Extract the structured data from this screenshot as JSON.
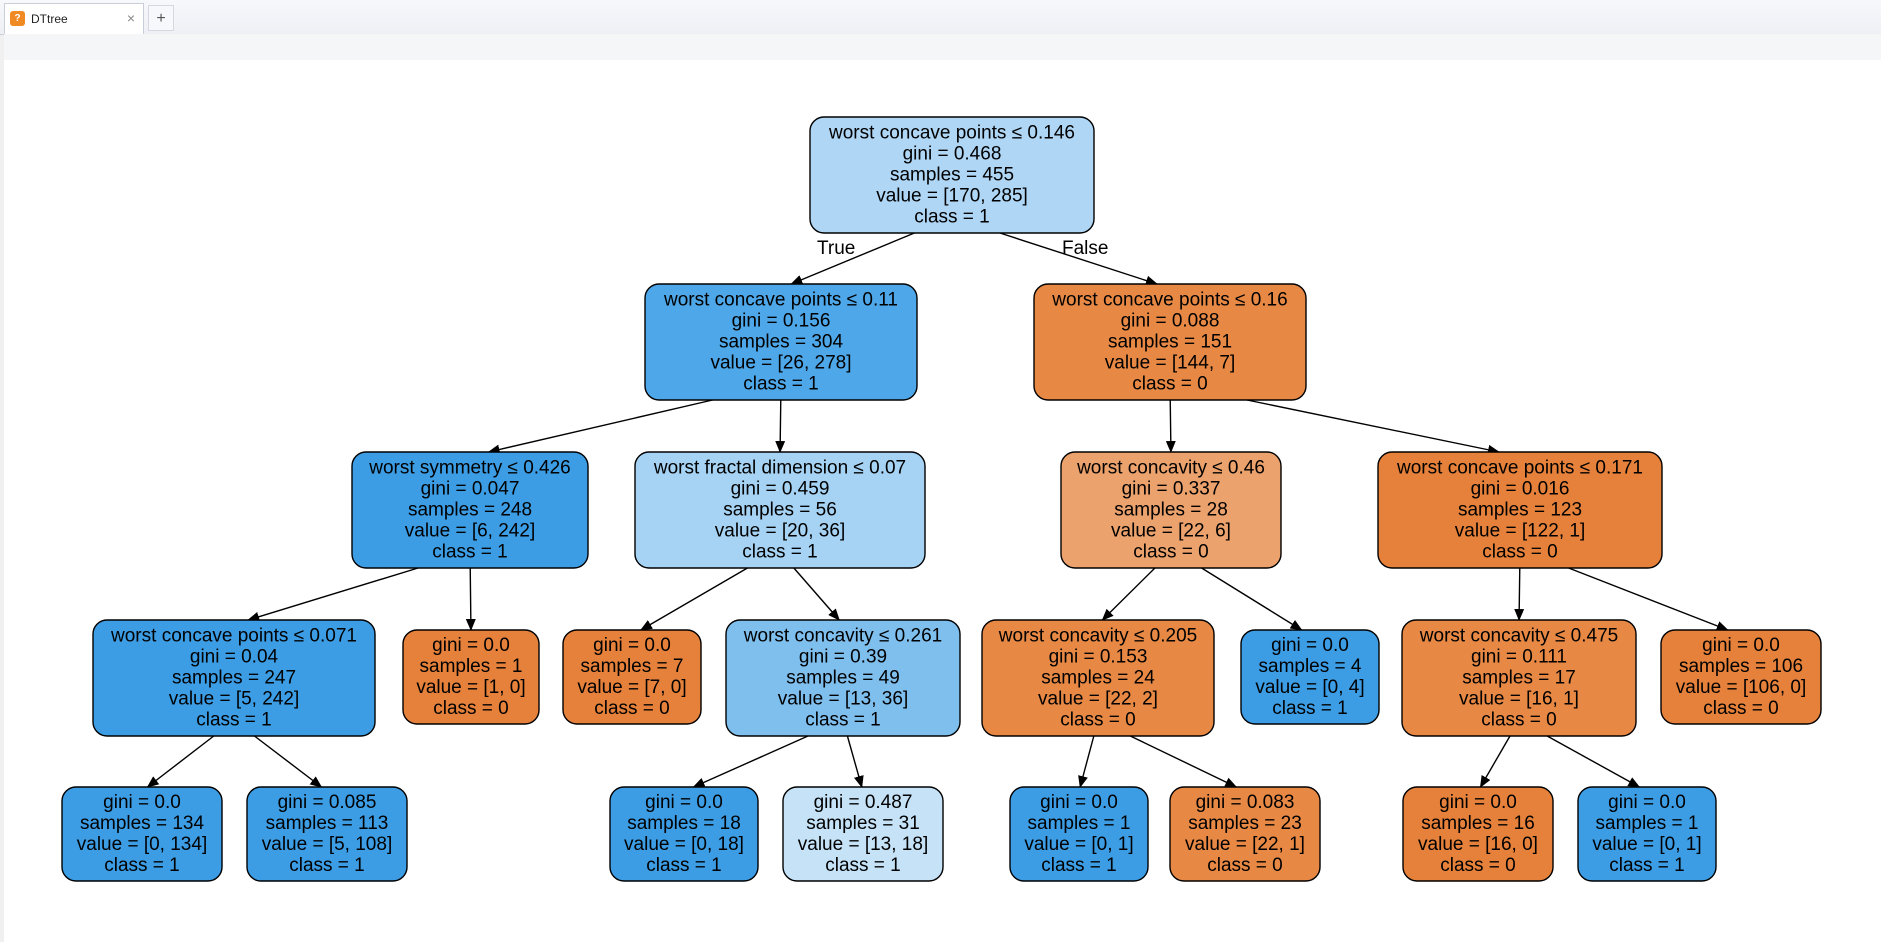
{
  "tab": {
    "title": "DTtree",
    "icon": "tree-app-icon",
    "close_label": "×",
    "add_label": "+"
  },
  "edge_labels": {
    "true_label": "True",
    "false_label": "False"
  },
  "colors": {
    "orange_dark": "#e5813a",
    "orange": "#e78945",
    "orange_light": "#eca26c",
    "blue_dark": "#3c9de5",
    "blue": "#4ea7e8",
    "blue_mid": "#7fbfee",
    "blue_light": "#a6d3f4",
    "blue_lighter": "#afd6f5",
    "blue_pale": "#c5e2f7"
  },
  "tree": {
    "nodes": [
      {
        "id": "n0",
        "color": "blue_lighter",
        "lines": [
          "worst concave points ≤ 0.146",
          "gini = 0.468",
          "samples = 455",
          "value = [170, 285]",
          "class = 1"
        ]
      },
      {
        "id": "n1",
        "color": "blue",
        "lines": [
          "worst concave points ≤ 0.11",
          "gini = 0.156",
          "samples = 304",
          "value = [26, 278]",
          "class = 1"
        ]
      },
      {
        "id": "n2",
        "color": "orange",
        "lines": [
          "worst concave points ≤ 0.16",
          "gini = 0.088",
          "samples = 151",
          "value = [144, 7]",
          "class = 0"
        ]
      },
      {
        "id": "n3",
        "color": "blue_dark",
        "lines": [
          "worst symmetry ≤ 0.426",
          "gini = 0.047",
          "samples = 248",
          "value = [6, 242]",
          "class = 1"
        ]
      },
      {
        "id": "n4",
        "color": "blue_light",
        "lines": [
          "worst fractal dimension ≤ 0.07",
          "gini = 0.459",
          "samples = 56",
          "value = [20, 36]",
          "class = 1"
        ]
      },
      {
        "id": "n5",
        "color": "orange_light",
        "lines": [
          "worst concavity ≤ 0.46",
          "gini = 0.337",
          "samples = 28",
          "value = [22, 6]",
          "class = 0"
        ]
      },
      {
        "id": "n6",
        "color": "orange_dark",
        "lines": [
          "worst concave points ≤ 0.171",
          "gini = 0.016",
          "samples = 123",
          "value = [122, 1]",
          "class = 0"
        ]
      },
      {
        "id": "n7",
        "color": "blue_dark",
        "lines": [
          "worst concave points ≤ 0.071",
          "gini = 0.04",
          "samples = 247",
          "value = [5, 242]",
          "class = 1"
        ]
      },
      {
        "id": "n8",
        "color": "orange_dark",
        "lines": [
          "gini = 0.0",
          "samples = 1",
          "value = [1, 0]",
          "class = 0"
        ]
      },
      {
        "id": "n9",
        "color": "orange_dark",
        "lines": [
          "gini = 0.0",
          "samples = 7",
          "value = [7, 0]",
          "class = 0"
        ]
      },
      {
        "id": "n10",
        "color": "blue_mid",
        "lines": [
          "worst concavity ≤ 0.261",
          "gini = 0.39",
          "samples = 49",
          "value = [13, 36]",
          "class = 1"
        ]
      },
      {
        "id": "n11",
        "color": "orange",
        "lines": [
          "worst concavity ≤ 0.205",
          "gini = 0.153",
          "samples = 24",
          "value = [22, 2]",
          "class = 0"
        ]
      },
      {
        "id": "n12",
        "color": "blue_dark",
        "lines": [
          "gini = 0.0",
          "samples = 4",
          "value = [0, 4]",
          "class = 1"
        ]
      },
      {
        "id": "n13",
        "color": "orange",
        "lines": [
          "worst concavity ≤ 0.475",
          "gini = 0.111",
          "samples = 17",
          "value = [16, 1]",
          "class = 0"
        ]
      },
      {
        "id": "n14",
        "color": "orange_dark",
        "lines": [
          "gini = 0.0",
          "samples = 106",
          "value = [106, 0]",
          "class = 0"
        ]
      },
      {
        "id": "n15",
        "color": "blue_dark",
        "lines": [
          "gini = 0.0",
          "samples = 134",
          "value = [0, 134]",
          "class = 1"
        ]
      },
      {
        "id": "n16",
        "color": "blue_dark",
        "lines": [
          "gini = 0.085",
          "samples = 113",
          "value = [5, 108]",
          "class = 1"
        ]
      },
      {
        "id": "n17",
        "color": "blue_dark",
        "lines": [
          "gini = 0.0",
          "samples = 18",
          "value = [0, 18]",
          "class = 1"
        ]
      },
      {
        "id": "n18",
        "color": "blue_pale",
        "lines": [
          "gini = 0.487",
          "samples = 31",
          "value = [13, 18]",
          "class = 1"
        ]
      },
      {
        "id": "n19",
        "color": "blue_dark",
        "lines": [
          "gini = 0.0",
          "samples = 1",
          "value = [0, 1]",
          "class = 1"
        ]
      },
      {
        "id": "n20",
        "color": "orange",
        "lines": [
          "gini = 0.083",
          "samples = 23",
          "value = [22, 1]",
          "class = 0"
        ]
      },
      {
        "id": "n21",
        "color": "orange_dark",
        "lines": [
          "gini = 0.0",
          "samples = 16",
          "value = [16, 0]",
          "class = 0"
        ]
      },
      {
        "id": "n22",
        "color": "blue_dark",
        "lines": [
          "gini = 0.0",
          "samples = 1",
          "value = [0, 1]",
          "class = 1"
        ]
      }
    ],
    "edges": [
      [
        "n0",
        "n1"
      ],
      [
        "n0",
        "n2"
      ],
      [
        "n1",
        "n3"
      ],
      [
        "n1",
        "n4"
      ],
      [
        "n2",
        "n5"
      ],
      [
        "n2",
        "n6"
      ],
      [
        "n3",
        "n7"
      ],
      [
        "n3",
        "n8"
      ],
      [
        "n4",
        "n9"
      ],
      [
        "n4",
        "n10"
      ],
      [
        "n5",
        "n11"
      ],
      [
        "n5",
        "n12"
      ],
      [
        "n6",
        "n13"
      ],
      [
        "n6",
        "n14"
      ],
      [
        "n7",
        "n15"
      ],
      [
        "n7",
        "n16"
      ],
      [
        "n10",
        "n17"
      ],
      [
        "n10",
        "n18"
      ],
      [
        "n11",
        "n19"
      ],
      [
        "n11",
        "n20"
      ],
      [
        "n13",
        "n21"
      ],
      [
        "n13",
        "n22"
      ]
    ]
  }
}
